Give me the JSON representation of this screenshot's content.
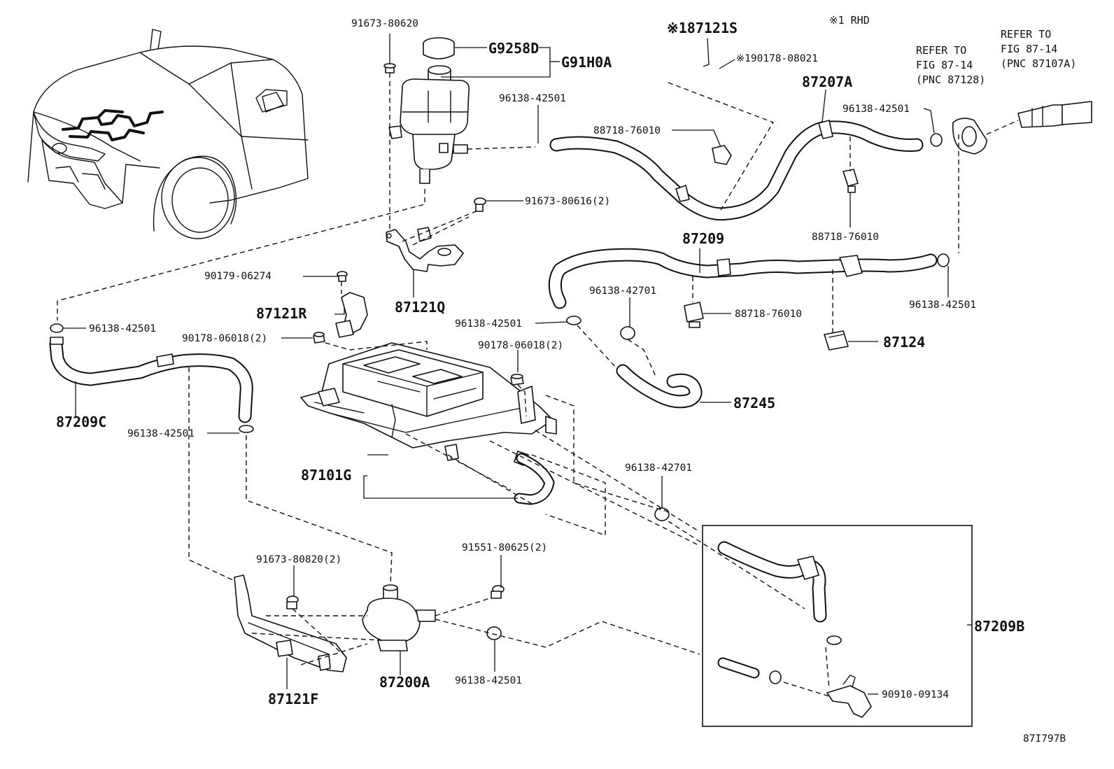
{
  "labels": {
    "p91673_80620": "91673-80620",
    "pG9258D": "G9258D",
    "pG91H0A": "G91H0A",
    "p96138_42501_a": "96138-42501",
    "p91673_80616": "91673-80616(2)",
    "p87121Q": "87121Q",
    "p90179_06274": "90179-06274",
    "p87121R": "87121R",
    "p90178_06018_a": "90178-06018(2)",
    "p96138_42501_b": "96138-42501",
    "p87209C": "87209C",
    "p96138_42501_c": "96138-42501",
    "p96138_42501_d": "96138-42501",
    "p90178_06018_b": "90178-06018(2)",
    "p87101G": "87101G",
    "p87121S": "※187121S",
    "p90178_08021": "※190178-08021",
    "rhd_note": "※1 RHD",
    "p87207A": "87207A",
    "p88718_76010_a": "88718-76010",
    "p96138_42501_e": "96138-42501",
    "ref1_line1": "REFER TO",
    "ref1_line2": "FIG 87-14",
    "ref1_line3": "(PNC 87128)",
    "ref2_line1": "REFER TO",
    "ref2_line2": "FIG 87-14",
    "ref2_line3": "(PNC 87107A)",
    "p88718_76010_b": "88718-76010",
    "p87209": "87209",
    "p96138_42701_a": "96138-42701",
    "p88718_76010_c": "88718-76010",
    "p96138_42501_f": "96138-42501",
    "p87124": "87124",
    "p87245": "87245",
    "p96138_42701_b": "96138-42701",
    "p91673_80820": "91673-80820(2)",
    "p91551_80625": "91551-80625(2)",
    "p87121F": "87121F",
    "p87200A": "87200A",
    "p96138_42501_g": "96138-42501",
    "p87209B": "87209B",
    "p90910_09134": "90910-09134",
    "fig_code": "87I797B"
  }
}
